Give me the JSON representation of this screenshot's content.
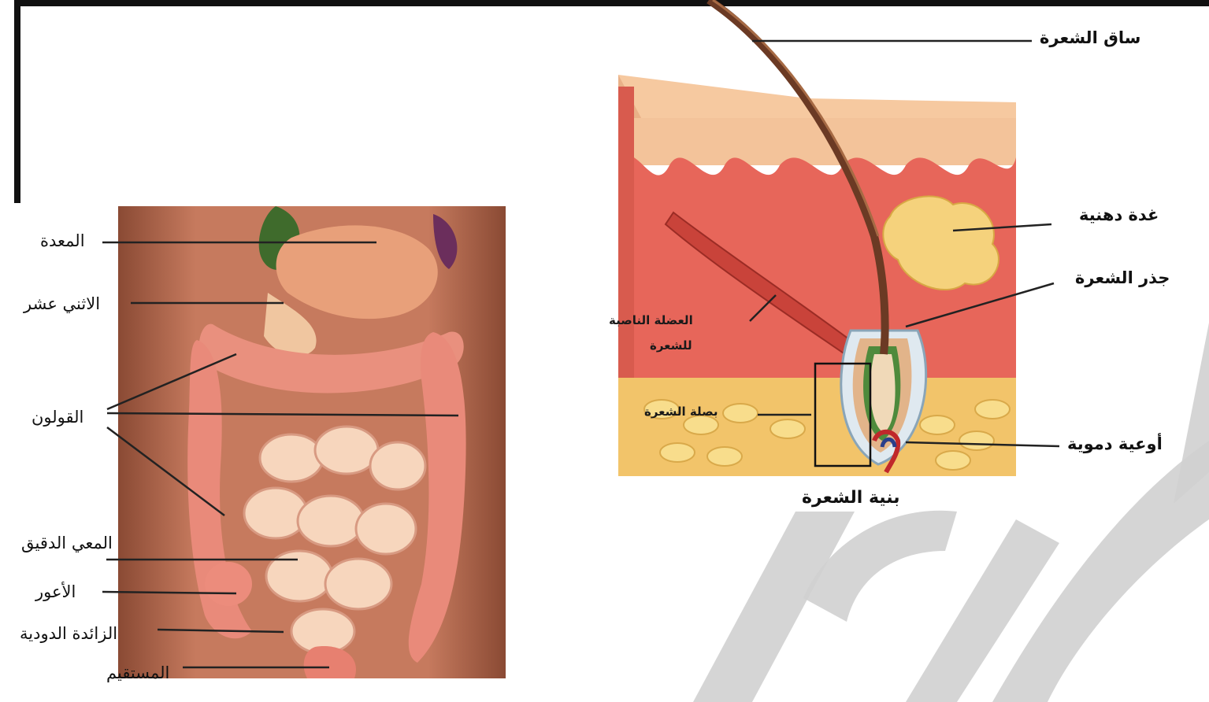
{
  "intestine": {
    "labels": {
      "stomach": "المعدة",
      "duodenum": "الاثني عشر",
      "colon": "القولون",
      "small_intestine": "المعي الدقيق",
      "cecum": "الأعور",
      "appendix": "الزائدة الدودية",
      "rectum": "المستقيم"
    }
  },
  "hair": {
    "title": "بنية الشعرة",
    "labels": {
      "shaft": "ساق الشعرة",
      "sebaceous_gland": "غدة دهنية",
      "root": "جذر الشعرة",
      "blood_vessels": "أوعية دموية",
      "erector_muscle_line1": "العضلة الناصبة",
      "erector_muscle_line2": "للشعرة",
      "bulb": "بصلة الشعرة"
    }
  },
  "colors": {
    "frame": "#111111",
    "watermark": "#cfcfcf",
    "skin_top": "#f6c9a0",
    "dermis": "#e8685a",
    "fat": "#f3d27a",
    "intestine": "#e9a091"
  }
}
